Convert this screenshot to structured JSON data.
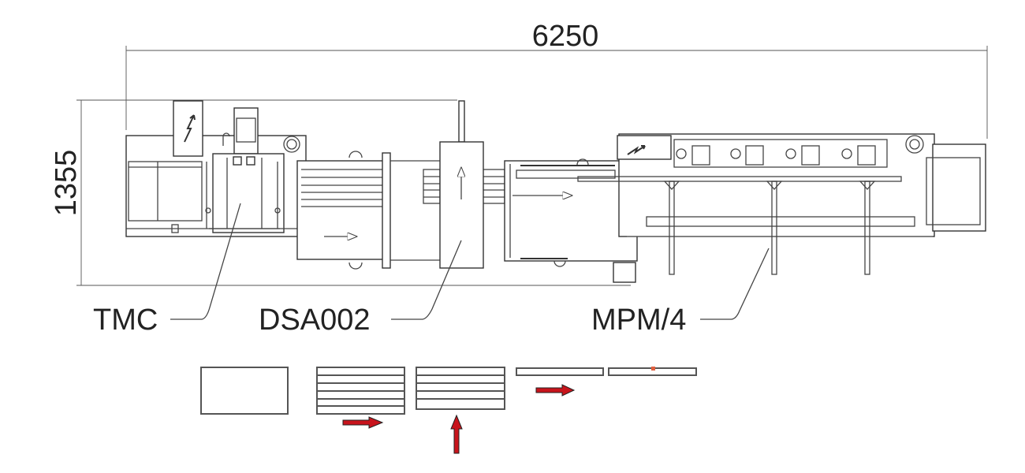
{
  "dimensions": {
    "overall_length": "6250",
    "overall_width": "1355"
  },
  "machines": {
    "tmc": "TMC",
    "dsa": "DSA002",
    "mpm": "MPM/4"
  },
  "schematic": {
    "arrow_color": "#c8141c",
    "marker_color": "#e06040",
    "stacks": [
      6,
      5
    ]
  },
  "colors": {
    "line": "#333333",
    "background": "#ffffff"
  }
}
